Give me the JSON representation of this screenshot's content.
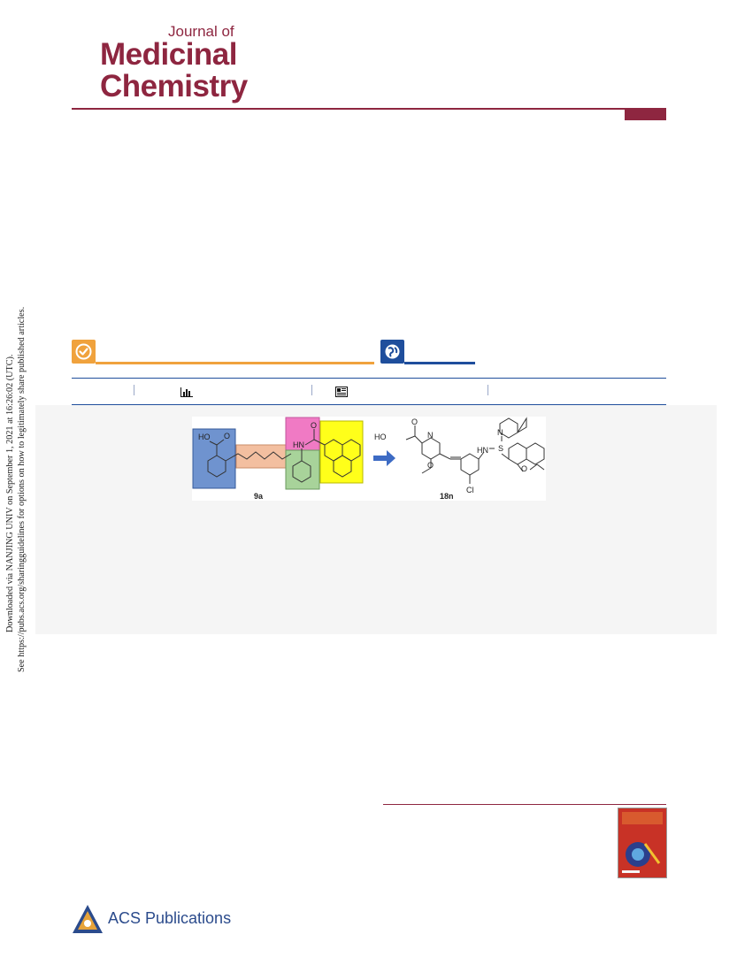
{
  "masthead": {
    "line1": "Journal of",
    "line2": "Medicinal",
    "line3": "Chemistry"
  },
  "side_note": {
    "line1": "Downloaded via NANJING UNIV on September 1, 2021 at 16:26:02 (UTC).",
    "line2": "See https://pubs.acs.org/sharingguidelines for options on how to legitimately share published articles."
  },
  "toc_graphic": {
    "label_left": "9a",
    "label_right": "18n",
    "atoms": {
      "ho_left": "HO",
      "o_left": "O",
      "hn_left": "HN",
      "o_amide": "O",
      "ho_right": "HO",
      "o_right": "O",
      "n_pyridine": "N",
      "o_methoxy": "O",
      "hn_right": "HN",
      "s": "S",
      "n_quinoline": "N",
      "o_ethoxy": "O",
      "cl": "Cl"
    }
  },
  "publisher": {
    "name": "ACS Publications"
  },
  "colors": {
    "brand": "#8e2640",
    "orange": "#f0a23d",
    "blue": "#1f4e9c"
  },
  "icons": [
    "check-icon",
    "globe-icon",
    "bar-chart-icon",
    "article-icon",
    "arrow-right-icon"
  ]
}
